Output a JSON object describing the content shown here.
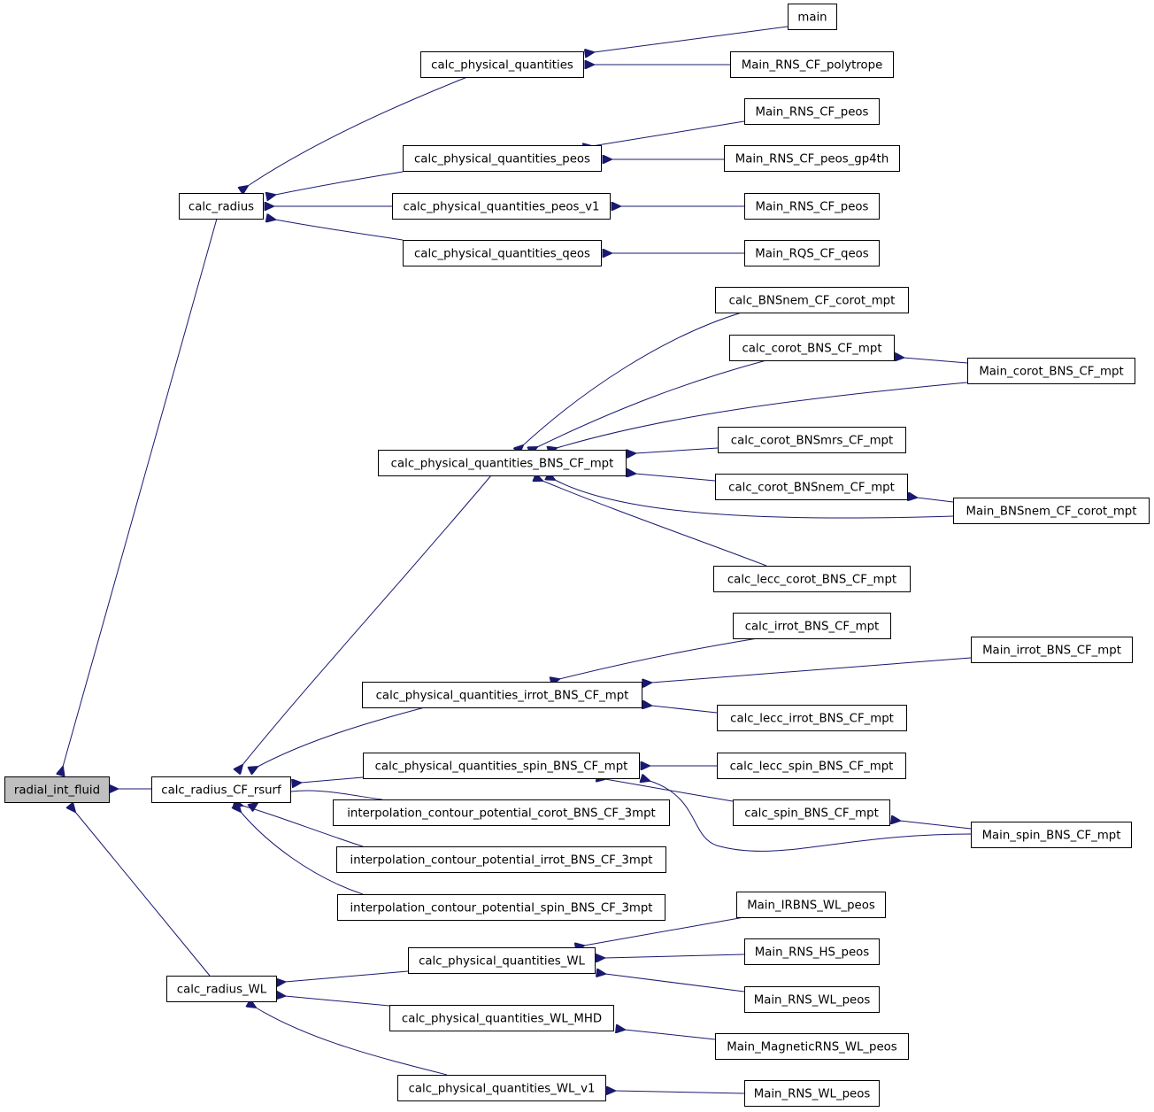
{
  "graph": {
    "type": "caller-graph",
    "edge_color": "#191970",
    "root_fill": "#bfbfbf",
    "nodes": [
      {
        "id": "n0",
        "label": "radial_int_fluid",
        "root": true
      },
      {
        "id": "n1",
        "label": "calc_radius"
      },
      {
        "id": "n2",
        "label": "calc_radius_CF_rsurf"
      },
      {
        "id": "n3",
        "label": "calc_radius_WL"
      },
      {
        "id": "n4",
        "label": "calc_physical_quantities"
      },
      {
        "id": "n5",
        "label": "calc_physical_quantities_peos"
      },
      {
        "id": "n6",
        "label": "calc_physical_quantities_peos_v1"
      },
      {
        "id": "n7",
        "label": "calc_physical_quantities_qeos"
      },
      {
        "id": "n8",
        "label": "main"
      },
      {
        "id": "n9",
        "label": "Main_RNS_CF_polytrope"
      },
      {
        "id": "n10",
        "label": "Main_RNS_CF_peos"
      },
      {
        "id": "n11",
        "label": "Main_RNS_CF_peos_gp4th"
      },
      {
        "id": "n12",
        "label": "Main_RNS_CF_peos"
      },
      {
        "id": "n13",
        "label": "Main_RQS_CF_qeos"
      },
      {
        "id": "n14",
        "label": "calc_physical_quantities_BNS_CF_mpt"
      },
      {
        "id": "n15",
        "label": "calc_BNSnem_CF_corot_mpt"
      },
      {
        "id": "n16",
        "label": "calc_corot_BNS_CF_mpt"
      },
      {
        "id": "n17",
        "label": "Main_corot_BNS_CF_mpt"
      },
      {
        "id": "n18",
        "label": "calc_corot_BNSmrs_CF_mpt"
      },
      {
        "id": "n19",
        "label": "calc_corot_BNSnem_CF_mpt"
      },
      {
        "id": "n20",
        "label": "Main_BNSnem_CF_corot_mpt"
      },
      {
        "id": "n21",
        "label": "calc_lecc_corot_BNS_CF_mpt"
      },
      {
        "id": "n22",
        "label": "calc_physical_quantities_irrot_BNS_CF_mpt"
      },
      {
        "id": "n23",
        "label": "calc_irrot_BNS_CF_mpt"
      },
      {
        "id": "n24",
        "label": "Main_irrot_BNS_CF_mpt"
      },
      {
        "id": "n25",
        "label": "calc_lecc_irrot_BNS_CF_mpt"
      },
      {
        "id": "n26",
        "label": "calc_physical_quantities_spin_BNS_CF_mpt"
      },
      {
        "id": "n27",
        "label": "calc_lecc_spin_BNS_CF_mpt"
      },
      {
        "id": "n28",
        "label": "calc_spin_BNS_CF_mpt"
      },
      {
        "id": "n29",
        "label": "Main_spin_BNS_CF_mpt"
      },
      {
        "id": "n30",
        "label": "interpolation_contour_potential_corot_BNS_CF_3mpt"
      },
      {
        "id": "n31",
        "label": "interpolation_contour_potential_irrot_BNS_CF_3mpt"
      },
      {
        "id": "n32",
        "label": "interpolation_contour_potential_spin_BNS_CF_3mpt"
      },
      {
        "id": "n33",
        "label": "calc_physical_quantities_WL"
      },
      {
        "id": "n34",
        "label": "Main_IRBNS_WL_peos"
      },
      {
        "id": "n35",
        "label": "Main_RNS_HS_peos"
      },
      {
        "id": "n36",
        "label": "Main_RNS_WL_peos"
      },
      {
        "id": "n37",
        "label": "calc_physical_quantities_WL_MHD"
      },
      {
        "id": "n38",
        "label": "Main_MagneticRNS_WL_peos"
      },
      {
        "id": "n39",
        "label": "calc_physical_quantities_WL_v1"
      },
      {
        "id": "n40",
        "label": "Main_RNS_WL_peos"
      }
    ],
    "edges": [
      {
        "from": "n1",
        "to": "n0"
      },
      {
        "from": "n2",
        "to": "n0"
      },
      {
        "from": "n3",
        "to": "n0"
      },
      {
        "from": "n4",
        "to": "n1"
      },
      {
        "from": "n5",
        "to": "n1"
      },
      {
        "from": "n6",
        "to": "n1"
      },
      {
        "from": "n7",
        "to": "n1"
      },
      {
        "from": "n8",
        "to": "n4"
      },
      {
        "from": "n9",
        "to": "n4"
      },
      {
        "from": "n10",
        "to": "n5"
      },
      {
        "from": "n11",
        "to": "n5"
      },
      {
        "from": "n12",
        "to": "n6"
      },
      {
        "from": "n13",
        "to": "n7"
      },
      {
        "from": "n14",
        "to": "n2"
      },
      {
        "from": "n22",
        "to": "n2"
      },
      {
        "from": "n26",
        "to": "n2"
      },
      {
        "from": "n30",
        "to": "n2"
      },
      {
        "from": "n31",
        "to": "n2"
      },
      {
        "from": "n32",
        "to": "n2"
      },
      {
        "from": "n15",
        "to": "n14"
      },
      {
        "from": "n16",
        "to": "n14"
      },
      {
        "from": "n17",
        "to": "n14"
      },
      {
        "from": "n18",
        "to": "n14"
      },
      {
        "from": "n19",
        "to": "n14"
      },
      {
        "from": "n20",
        "to": "n14"
      },
      {
        "from": "n21",
        "to": "n14"
      },
      {
        "from": "n17",
        "to": "n16"
      },
      {
        "from": "n20",
        "to": "n19"
      },
      {
        "from": "n23",
        "to": "n22"
      },
      {
        "from": "n24",
        "to": "n22"
      },
      {
        "from": "n25",
        "to": "n22"
      },
      {
        "from": "n24",
        "to": "n23"
      },
      {
        "from": "n27",
        "to": "n26"
      },
      {
        "from": "n28",
        "to": "n26"
      },
      {
        "from": "n29",
        "to": "n26"
      },
      {
        "from": "n29",
        "to": "n28"
      },
      {
        "from": "n33",
        "to": "n3"
      },
      {
        "from": "n37",
        "to": "n3"
      },
      {
        "from": "n39",
        "to": "n3"
      },
      {
        "from": "n34",
        "to": "n33"
      },
      {
        "from": "n35",
        "to": "n33"
      },
      {
        "from": "n36",
        "to": "n33"
      },
      {
        "from": "n38",
        "to": "n37"
      },
      {
        "from": "n40",
        "to": "n39"
      }
    ]
  }
}
